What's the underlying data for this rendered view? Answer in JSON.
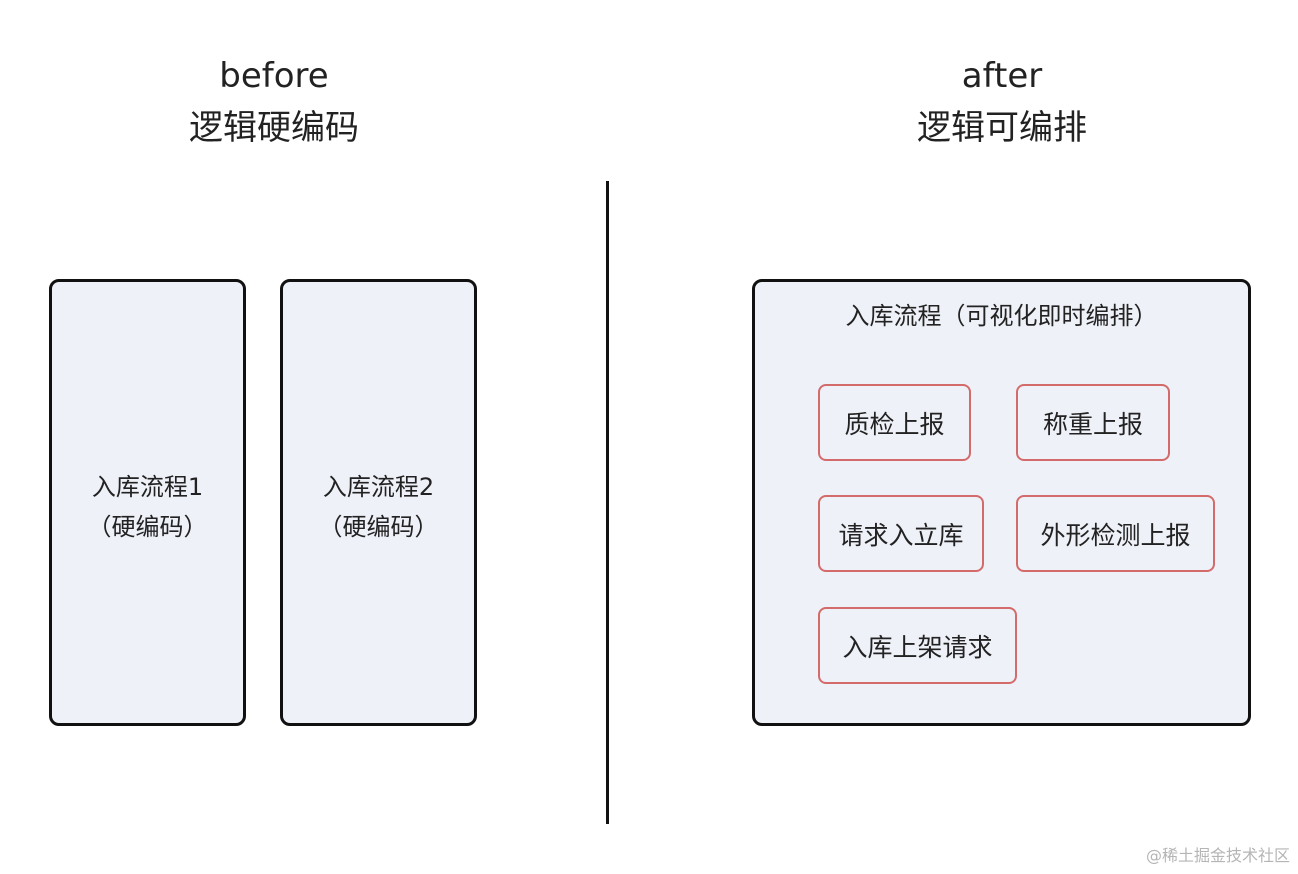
{
  "before": {
    "title": "before",
    "subtitle": "逻辑硬编码",
    "flows": [
      {
        "name": "入库流程1",
        "note": "（硬编码）"
      },
      {
        "name": "入库流程2",
        "note": "（硬编码）"
      }
    ]
  },
  "after": {
    "title": "after",
    "subtitle": "逻辑可编排",
    "container_title": "入库流程（可视化即时编排）",
    "steps": [
      "质检上报",
      "称重上报",
      "请求入立库",
      "外形检测上报",
      "入库上架请求"
    ]
  },
  "watermark": "@稀土掘金技术社区"
}
